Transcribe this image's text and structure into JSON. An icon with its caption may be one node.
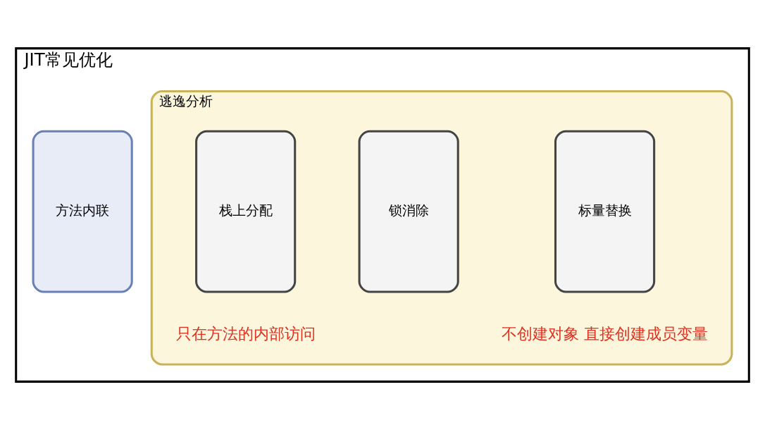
{
  "diagram": {
    "nodes": [
      {
        "text": [
          "JIT常见优化"
        ]
      },
      {
        "text": [
          "方法内联"
        ],
        "in": 0
      },
      {
        "text": [
          "逃逸分析"
        ],
        "in": 0
      },
      {
        "text": [
          "栈上分配"
        ],
        "in": 2
      },
      {
        "text": [
          "锁消除"
        ],
        "in": 2
      },
      {
        "text": [
          "标量替换"
        ],
        "in": 2
      }
    ],
    "labels": [
      "不创建对象 直接创建成员变量",
      "只在方法的内部访问"
    ]
  }
}
